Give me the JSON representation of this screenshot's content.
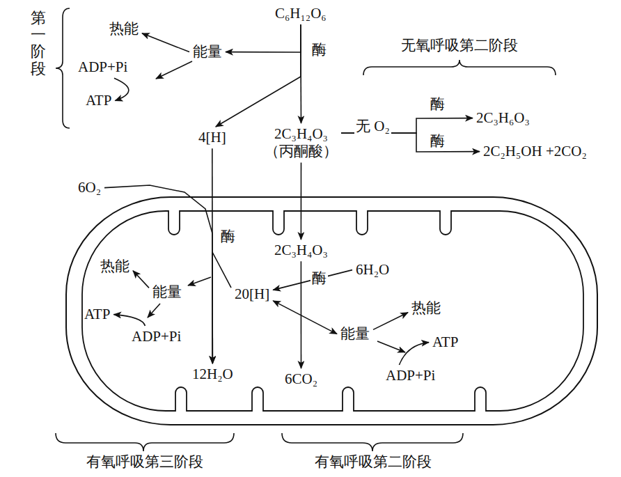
{
  "diagram": {
    "nodes": [
      {
        "text": [
          "C₆H₁₂O₆"
        ]
      },
      {
        "text": [
          "能量"
        ]
      },
      {
        "text": [
          "热能"
        ]
      },
      {
        "text": [
          "ADP+Pi"
        ]
      },
      {
        "text": [
          "ATP"
        ]
      },
      {
        "text": [
          "4[H]"
        ]
      },
      {
        "text": [
          "2C₃H₄O₃",
          "（丙酮酸）"
        ]
      },
      {
        "text": [
          "2C₃H₆O₃"
        ]
      },
      {
        "text": [
          "2C₂H₅OH +2CO₂"
        ]
      },
      {
        "text": [
          "6O₂"
        ]
      },
      {
        "text": [
          "2C₃H₄O₃"
        ]
      },
      {
        "text": [
          "6H₂O"
        ]
      },
      {
        "text": [
          "20[H]"
        ]
      },
      {
        "text": [
          "能量"
        ]
      },
      {
        "text": [
          "热能"
        ]
      },
      {
        "text": [
          "ATP"
        ]
      },
      {
        "text": [
          "ADP+Pi"
        ]
      },
      {
        "text": [
          "能量"
        ]
      },
      {
        "text": [
          "热能"
        ]
      },
      {
        "text": [
          "ATP"
        ]
      },
      {
        "text": [
          "ADP+Pi"
        ]
      },
      {
        "text": [
          "12H₂O"
        ]
      },
      {
        "text": [
          "6CO₂"
        ]
      }
    ],
    "edges": [
      {
        "from": 0,
        "to": 1,
        "arrow": "to"
      },
      {
        "from": 1,
        "to": 2,
        "arrow": "to"
      },
      {
        "from": 3,
        "to": 4,
        "arrow": "to"
      },
      {
        "from": 0,
        "to": 5,
        "arrow": "to"
      },
      {
        "from": 0,
        "to": 6,
        "label": "酶",
        "arrow": "to"
      },
      {
        "from": 6,
        "to": 7,
        "label": "酶",
        "arrow": "to"
      },
      {
        "from": 6,
        "to": 8,
        "label": "酶",
        "arrow": "to"
      },
      {
        "from": 6,
        "to": 10,
        "arrow": "to"
      },
      {
        "from": 10,
        "to": 22,
        "label": "酶",
        "arrow": "to"
      },
      {
        "from": 11,
        "to": 12,
        "arrow": "to"
      },
      {
        "from": 12,
        "to": 17,
        "arrow": "both"
      },
      {
        "from": 17,
        "to": 18,
        "arrow": "to"
      },
      {
        "from": 20,
        "to": 19,
        "arrow": "to"
      },
      {
        "from": 9,
        "to": 21,
        "arrow": "to"
      },
      {
        "from": 5,
        "to": 21,
        "label": "酶",
        "arrow": "to"
      },
      {
        "from": 12,
        "to": 21,
        "arrow": "to"
      },
      {
        "from": 13,
        "to": 14,
        "arrow": "to"
      },
      {
        "from": 16,
        "to": 15,
        "arrow": "to"
      }
    ],
    "labels": [
      "第一阶段",
      "无氧呼吸第二阶段",
      "无 O₂",
      "有氧呼吸第三阶段",
      "有氧呼吸第二阶段"
    ]
  }
}
